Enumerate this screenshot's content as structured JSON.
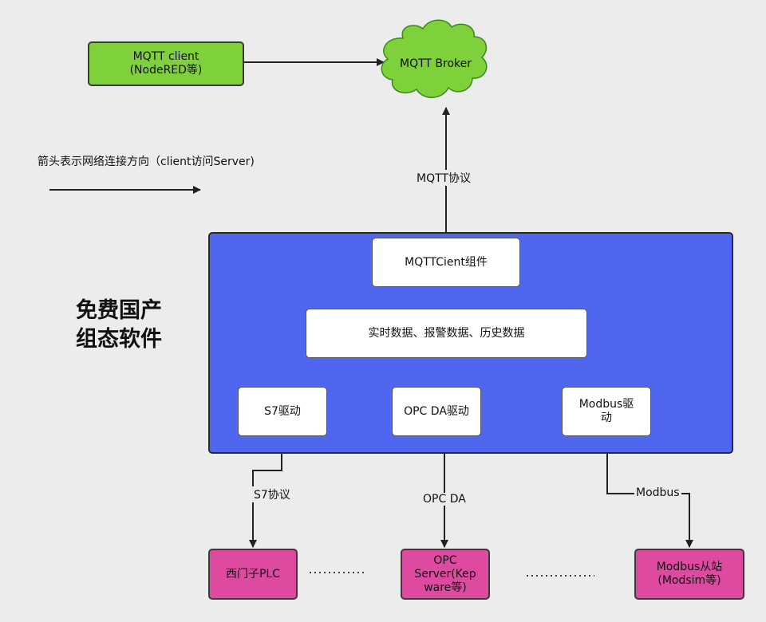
{
  "mqtt_client": "MQTT  client\n(NodeRED等)",
  "mqtt_broker": "MQTT Broker",
  "legend_text": "箭头表示网络连接方向（client访问Server)",
  "mqtt_protocol": "MQTT协议",
  "software_title": "免费国产\n组态软件",
  "components": {
    "mqtt_client_component": "MQTTCient组件",
    "data": "实时数据、报警数据、历史数据",
    "s7_driver": "S7驱动",
    "opc_driver": "OPC DA驱动",
    "modbus_driver": "Modbus驱\n动"
  },
  "protocols": {
    "s7": "S7协议",
    "opc": "OPC DA",
    "modbus": "Modbus"
  },
  "devices": {
    "plc": "西门子PLC",
    "opc_server": "OPC\nServer(Kep\nware等)",
    "modbus_slave": "Modbus从站\n(Modsim等)"
  },
  "colors": {
    "panel": "#4f66ee",
    "client": "#7fd13b",
    "device": "#dd4aa0"
  }
}
